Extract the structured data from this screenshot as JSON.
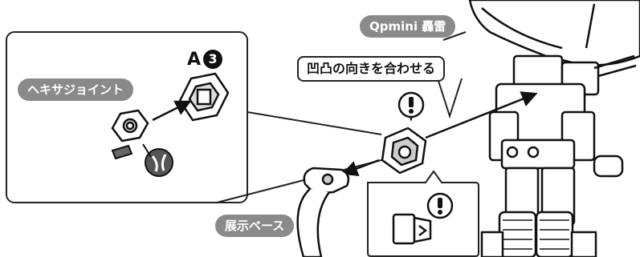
{
  "labels": {
    "product_name": "Qpmini 轟雷",
    "instruction": "凹凸の向きを合わせる",
    "hex_joint": "ヘキサジョイント",
    "display_base": "展示ベース"
  },
  "part_ref": {
    "letter": "A",
    "number": "3"
  },
  "icons": [
    "exclamation-icon",
    "nipper-icon"
  ]
}
